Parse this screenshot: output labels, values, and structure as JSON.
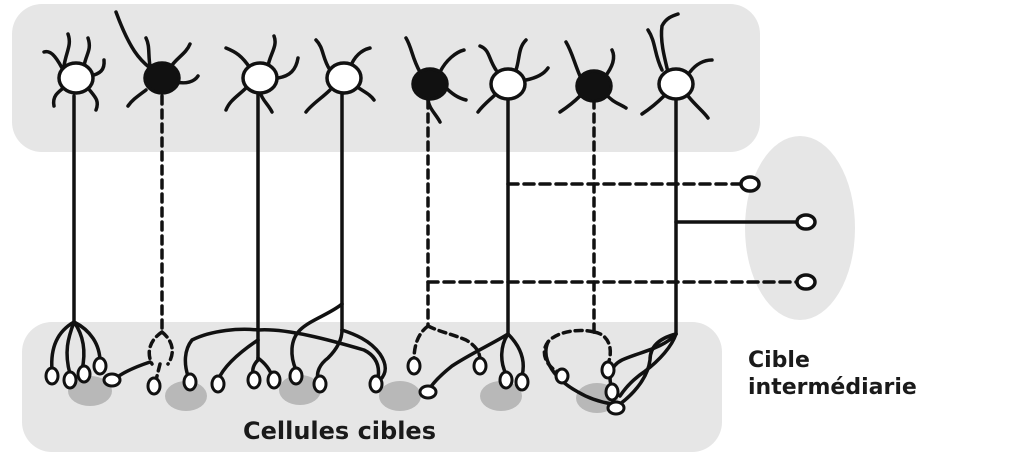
{
  "labels": {
    "cellules_cibles": "Cellules cibles",
    "cible_line1": "Cible",
    "cible_line2": "intermédiarie"
  },
  "colors": {
    "top_band": "#e6e6e6",
    "bottom_band": "#e6e6e6",
    "intermediate_ellipse": "#e6e6e6",
    "target_blob": "#b8b8b8",
    "ink": "#111111",
    "white_soma": "#ffffff",
    "black_soma": "#111111"
  },
  "neurons": [
    {
      "id": "n1",
      "soma": "white",
      "axon": "solid"
    },
    {
      "id": "n2",
      "soma": "black",
      "axon": "dashed"
    },
    {
      "id": "n3",
      "soma": "white",
      "axon": "solid"
    },
    {
      "id": "n4",
      "soma": "white",
      "axon": "solid"
    },
    {
      "id": "n5",
      "soma": "black",
      "axon": "dashed"
    },
    {
      "id": "n6",
      "soma": "white",
      "axon": "solid"
    },
    {
      "id": "n7",
      "soma": "black",
      "axon": "dashed"
    },
    {
      "id": "n8",
      "soma": "white",
      "axon": "solid"
    }
  ]
}
